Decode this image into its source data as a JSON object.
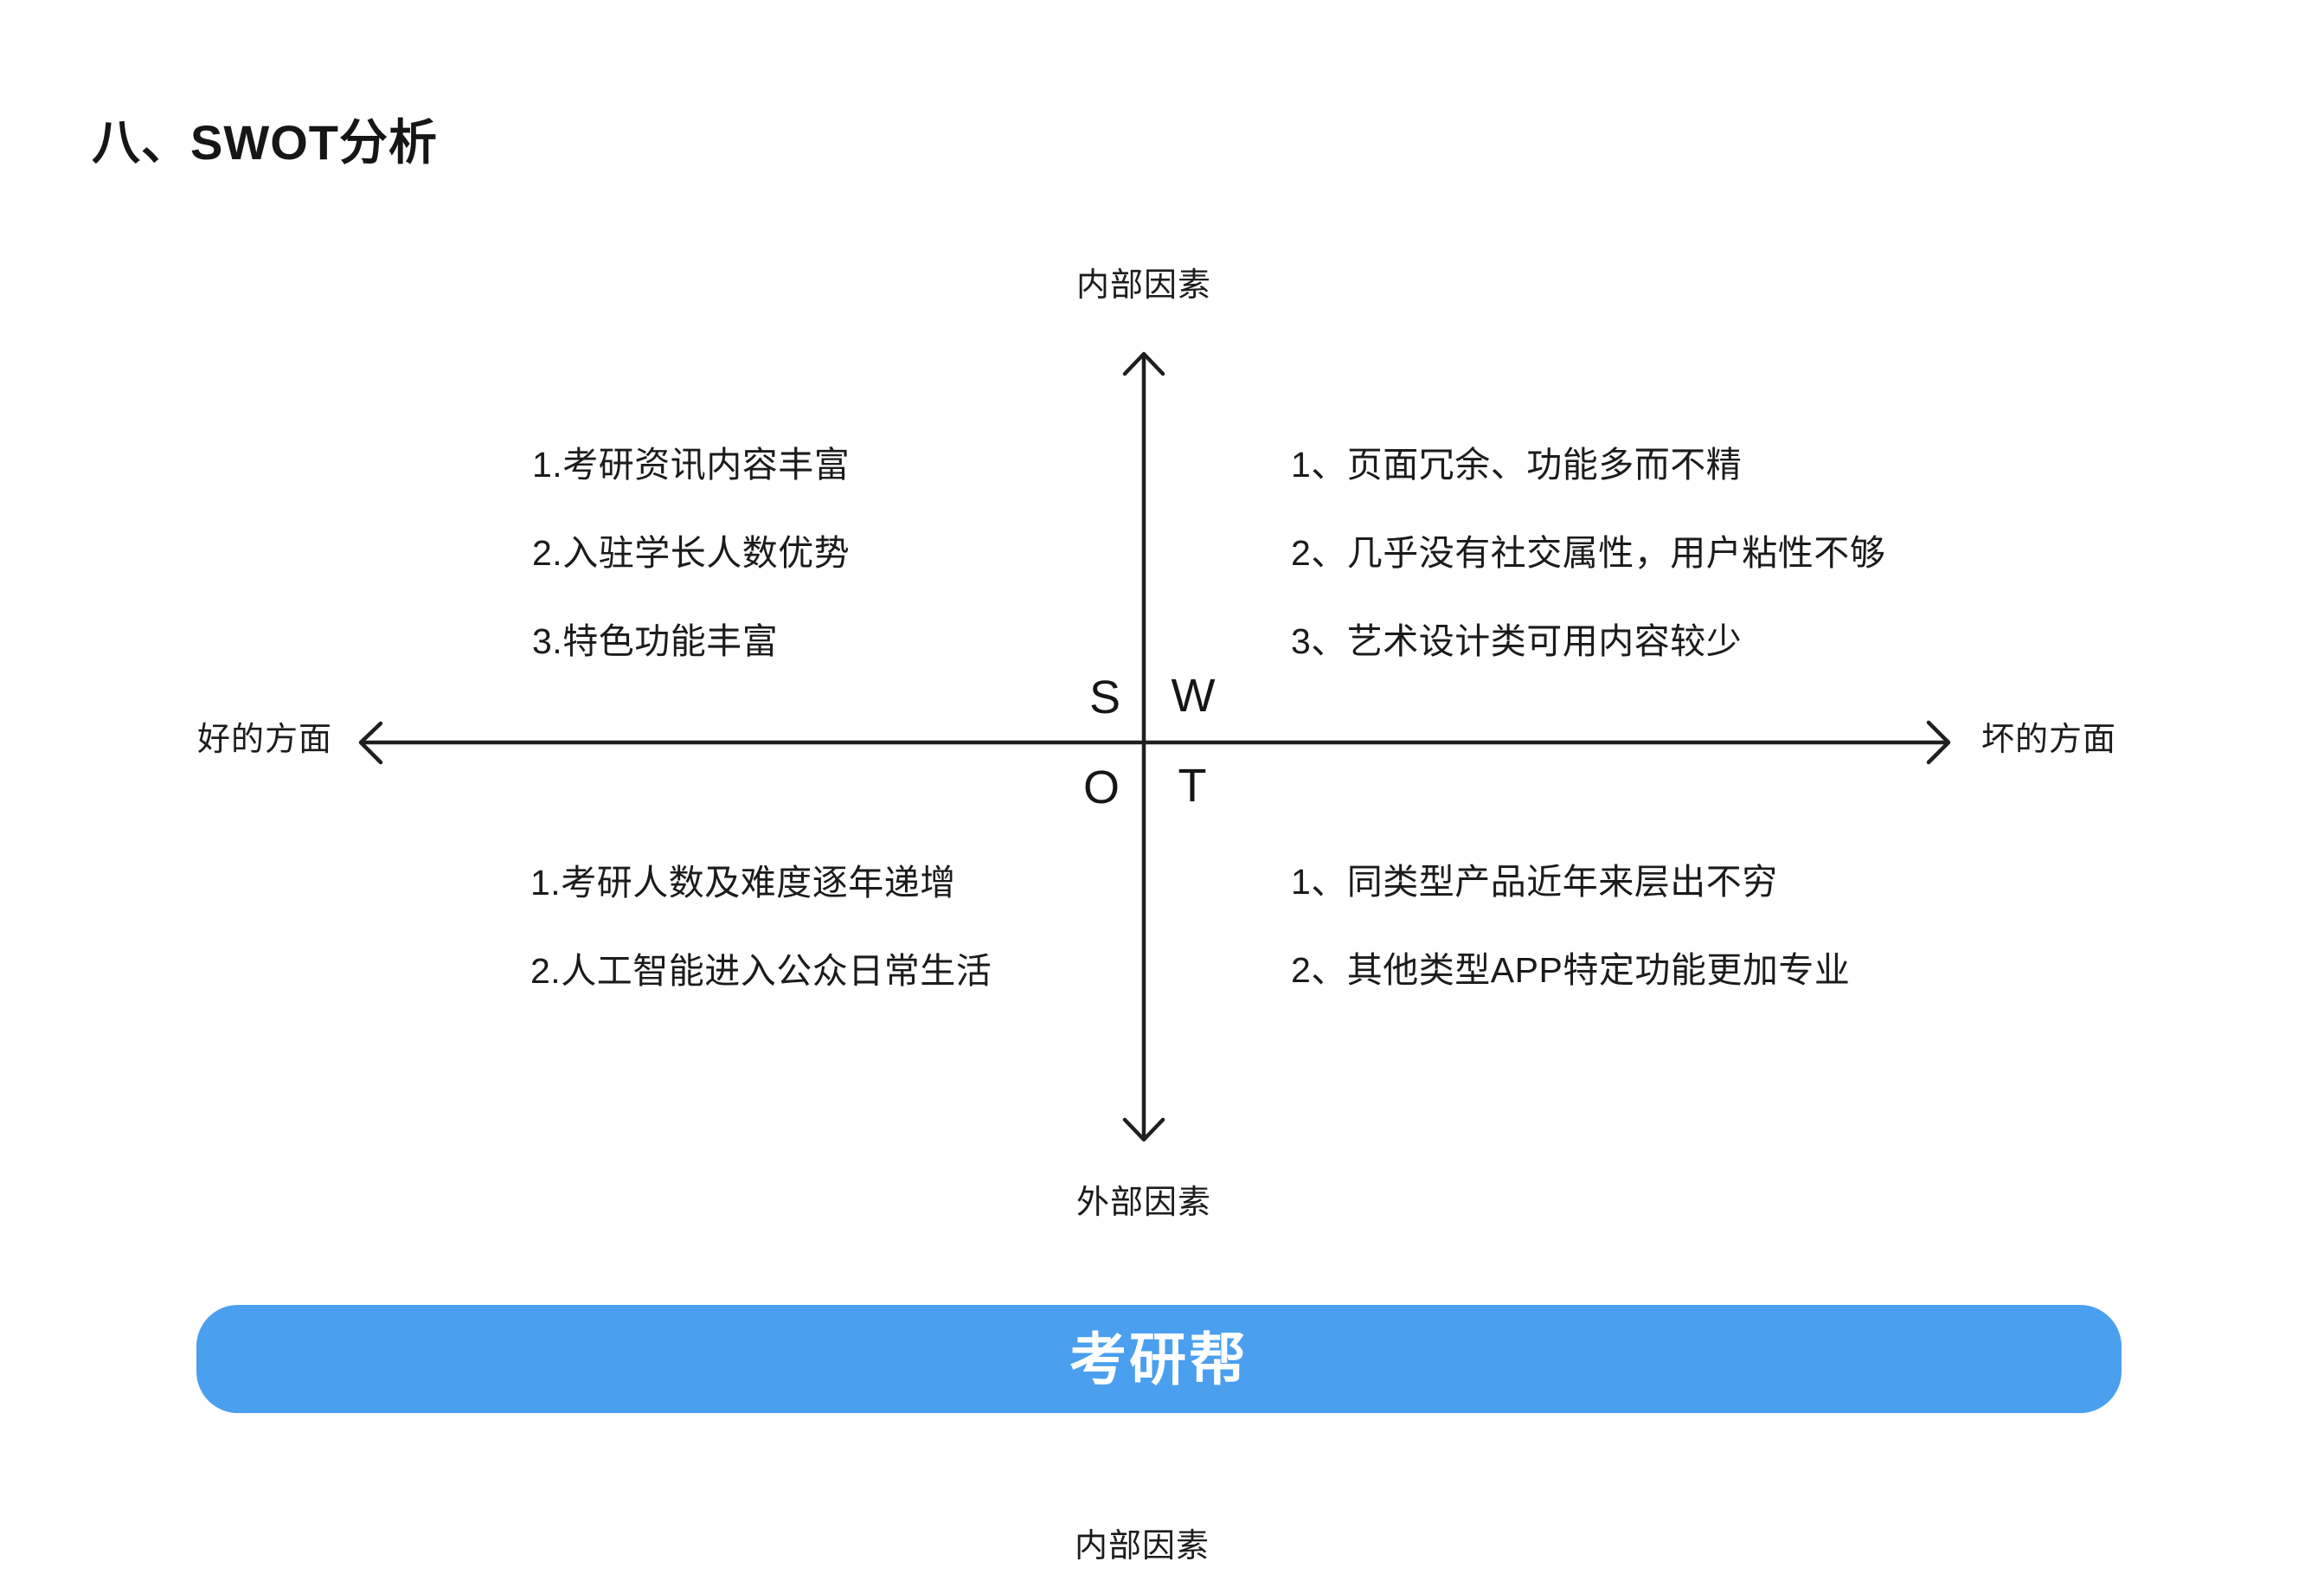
{
  "page": {
    "background": "#ffffff",
    "text_color": "#1a1a1a"
  },
  "title": "八、SWOT分析",
  "diagram": {
    "axis": {
      "top_label": "内部因素",
      "bottom_label": "外部因素",
      "left_label": "好的方面",
      "right_label": "坏的方面",
      "line_color": "#1f1f1f"
    },
    "letters": {
      "s": "S",
      "w": "W",
      "o": "O",
      "t": "T"
    },
    "quadrants": {
      "strengths": {
        "items": [
          "1.考研资讯内容丰富",
          "2.入驻学长人数优势",
          "3.特色功能丰富"
        ]
      },
      "weaknesses": {
        "items": [
          "1、页面冗余、功能多而不精",
          "2、几乎没有社交属性，用户粘性不够",
          "3、艺术设计类可用内容较少"
        ]
      },
      "opportunities": {
        "items": [
          "1.考研人数及难度逐年递增",
          "2.人工智能进入公众日常生活"
        ]
      },
      "threats": {
        "items": [
          "1、同类型产品近年来层出不穷",
          "2、其他类型APP特定功能更加专业"
        ]
      }
    }
  },
  "banner": {
    "label": "考研帮",
    "background": "#4A9FEF",
    "text_color": "#ffffff"
  },
  "footer": {
    "label": "内部因素"
  }
}
